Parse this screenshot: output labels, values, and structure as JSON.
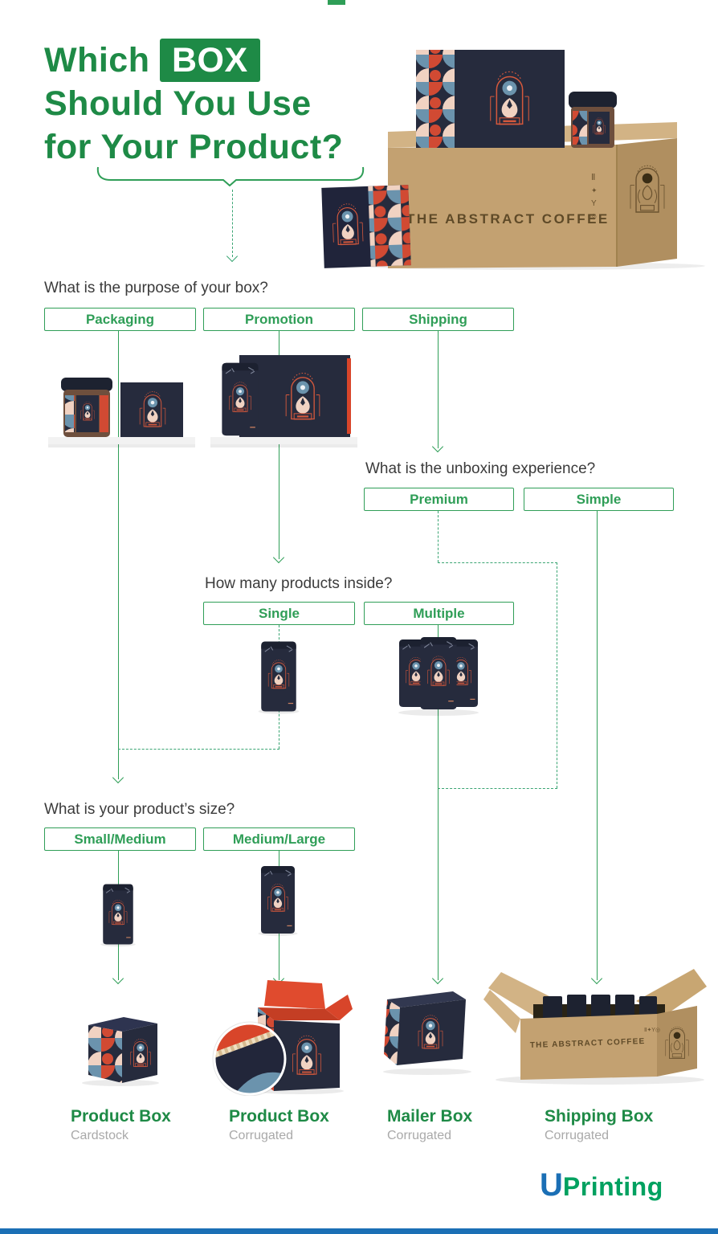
{
  "title": {
    "word1": "Which",
    "badge": "BOX",
    "line2": "Should You Use",
    "line3": "for Your Product?"
  },
  "questions": [
    {
      "text": "What is the purpose of your box?",
      "options": [
        "Packaging",
        "Promotion",
        "Shipping"
      ]
    },
    {
      "text": "What is the unboxing experience?",
      "options": [
        "Premium",
        "Simple"
      ]
    },
    {
      "text": "How many products inside?",
      "options": [
        "Single",
        "Multiple"
      ]
    },
    {
      "text": "What is your product’s size?",
      "options": [
        "Small/Medium",
        "Medium/Large"
      ]
    }
  ],
  "results": [
    {
      "name": "Product Box",
      "material": "Cardstock"
    },
    {
      "name": "Product Box",
      "material": "Corrugated"
    },
    {
      "name": "Mailer Box",
      "material": "Corrugated"
    },
    {
      "name": "Shipping Box",
      "material": "Corrugated"
    }
  ],
  "brand_on_boxes": "THE ABSTRACT COFFEE",
  "logo": {
    "u": "U",
    "rest": "Printing"
  },
  "colors": {
    "title_green": "#1e8a46",
    "option_green": "#2f9e57",
    "dashed_line": "#3aa573",
    "navy_box": "#262b3d",
    "accent_red": "#d14a33",
    "cream": "#f0d2c2",
    "steel_blue": "#6b93ad",
    "kraft": "#c3a171",
    "logo_blue": "#1b6fb5",
    "logo_green": "#00a160"
  }
}
